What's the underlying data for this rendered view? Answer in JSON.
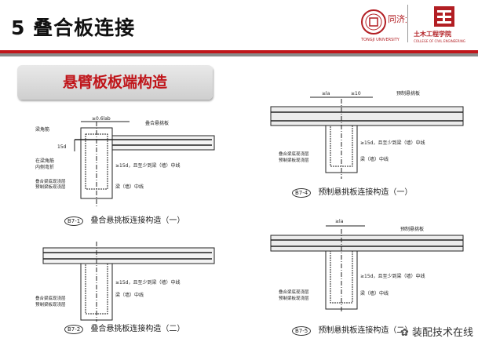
{
  "slide": {
    "section_title": "5  叠合板连接",
    "subtitle": "悬臂板板端构造",
    "logo1": {
      "name": "同济大学",
      "sub": "TONGJI UNIVERSITY"
    },
    "logo2": {
      "name": "土木工程学院",
      "sub": "COLLEGE OF CIVIL ENGINEERING"
    },
    "watermark": "装配技术在线"
  },
  "figures": [
    {
      "badge": "B7-1",
      "caption": "叠合悬挑板连接构造（一）",
      "labels": {
        "top_dim": "≥0.6lab",
        "top_label": "叠合悬挑板",
        "left1": "梁角筋",
        "left2": "15d",
        "left3": "在梁角筋",
        "left4": "内侧弯折",
        "left5": "叠合梁底现浇层",
        "left6": "预制梁板现浇层",
        "right1": "≥15d，且至少到梁（墙）中线",
        "right2": "梁（墙）中线"
      }
    },
    {
      "badge": "B7-2",
      "caption": "叠合悬挑板连接构造（二）",
      "labels": {
        "left5": "叠合梁底现浇层",
        "left6": "预制梁板现浇层",
        "right1": "≥15d，且至少到梁（墙）中线",
        "right2": "梁（墙）中线"
      }
    },
    {
      "badge": "B7-4",
      "caption": "预制悬挑板连接构造（一）",
      "labels": {
        "top_dim": "≥la",
        "top_dim2": "≥10",
        "top_label": "预制悬挑板",
        "left5": "叠合梁底现浇层",
        "left6": "预制梁板现浇层",
        "right1": "≥15d，且至少到梁（墙）中线",
        "right2": "梁（墙）中线"
      }
    },
    {
      "badge": "B7-5",
      "caption": "预制悬挑板连接构造（二）",
      "labels": {
        "top_dim": "≥la",
        "top_label": "预制悬挑板",
        "left5": "叠合梁底现浇层",
        "left6": "预制梁板现浇层",
        "right1": "≥15d，且至少到梁（墙）中线",
        "right2": "梁（墙）中线"
      }
    }
  ]
}
